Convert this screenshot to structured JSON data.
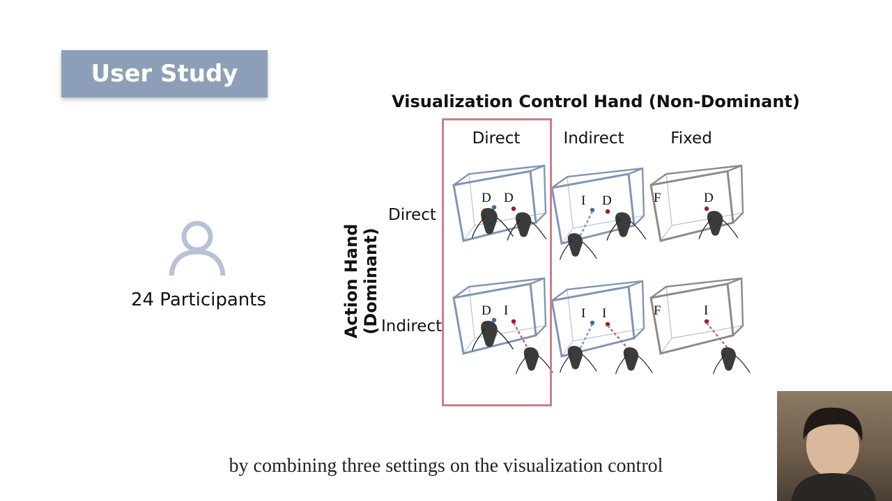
{
  "slide": {
    "title": "User Study",
    "participants": "24 Participants",
    "caption": "by combining three settings on the visualization control"
  },
  "figure": {
    "title": "Visualization Control Hand (Non-Dominant)",
    "y_axis_label": "Action Hand (Dominant)",
    "columns": [
      "Direct",
      "Indirect",
      "Fixed"
    ],
    "rows": [
      "Direct",
      "Indirect"
    ],
    "cells": [
      {
        "left_letter": "D",
        "right_letter": "D"
      },
      {
        "left_letter": "I",
        "right_letter": "D"
      },
      {
        "left_letter": "F",
        "right_letter": "D"
      },
      {
        "left_letter": "D",
        "right_letter": "I"
      },
      {
        "left_letter": "I",
        "right_letter": "I"
      },
      {
        "left_letter": "F",
        "right_letter": "I"
      }
    ]
  },
  "colors": {
    "title_bg": "#8d9fb8",
    "cube_blue": "#7f95b5",
    "cube_gray": "#8a8a8a",
    "dot_blue": "#2f6fb0",
    "dot_red": "#9b1b30",
    "highlight": "#c97f8a",
    "icon": "#b7c2d6"
  },
  "icons": {
    "participants": "person-icon"
  }
}
